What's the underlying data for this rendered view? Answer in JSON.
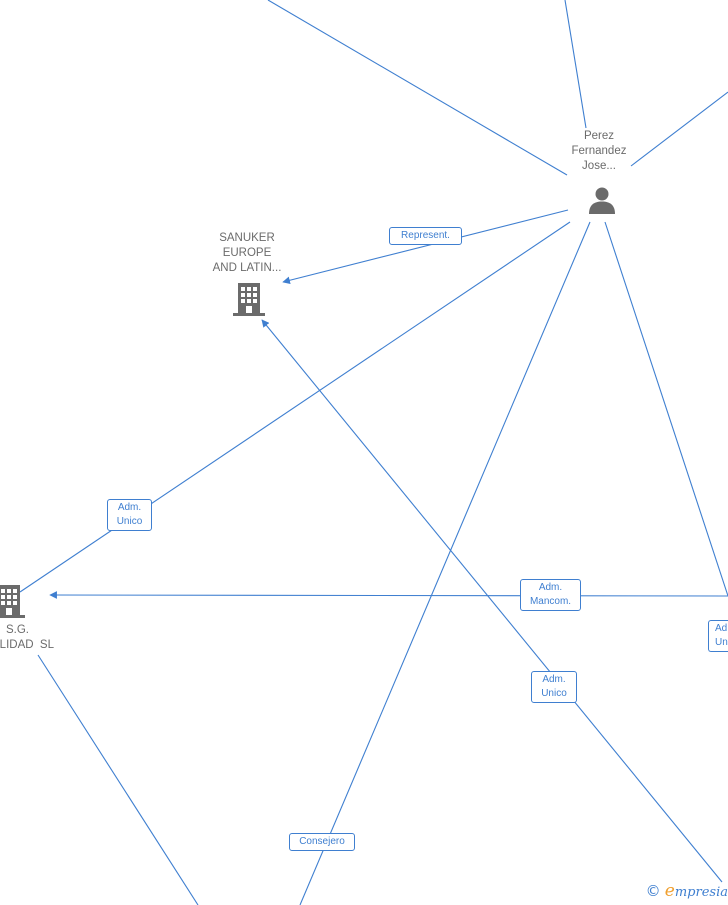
{
  "nodes": {
    "person": {
      "lines": [
        "Perez",
        "Fernandez",
        "Jose..."
      ],
      "icon": "person-icon"
    },
    "sanuker": {
      "lines": [
        "SANUKER",
        "EUROPE",
        "AND LATIN..."
      ],
      "icon": "building-icon"
    },
    "sg": {
      "lines": [
        "S.G.",
        "LIDAD  SL"
      ],
      "icon": "building-icon"
    }
  },
  "edge_labels": {
    "represent": [
      "Represent."
    ],
    "adm_unico_left": [
      "Adm.",
      "Unico"
    ],
    "adm_mancom": [
      "Adm.",
      "Mancom."
    ],
    "adm_right": [
      "Ad",
      "Un"
    ],
    "adm_unico_center": [
      "Adm.",
      "Unico"
    ],
    "consejero": [
      "Consejero"
    ]
  },
  "watermark": {
    "copyright": "©",
    "brand_initial": "e",
    "brand_rest": "mpresia"
  },
  "colors": {
    "edge": "#3f7fd0",
    "icon": "#6b6b6b",
    "text": "#6b6b6b"
  }
}
